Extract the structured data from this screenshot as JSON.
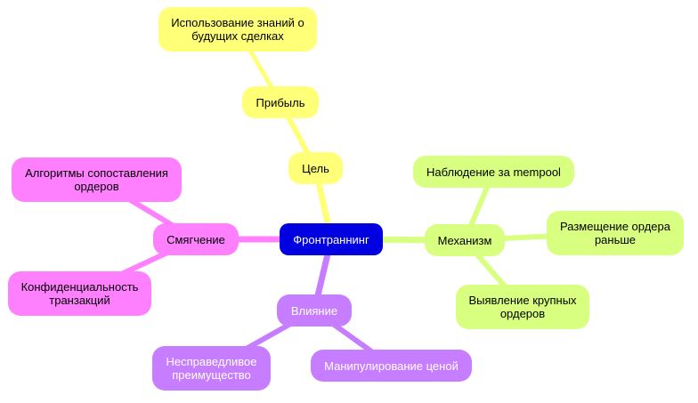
{
  "colors": {
    "root": "#0000e0",
    "goal_branch": "#ffff78",
    "mechanism_branch": "#d9ff80",
    "impact_branch": "#c77dff",
    "mitigation_branch": "#ff80ff",
    "root_text": "#ffffff",
    "light_text": "#ffffff"
  },
  "mindmap": {
    "root": {
      "label": "Фронтраннинг"
    },
    "goal": {
      "label": "Цель",
      "profit": {
        "label": "Прибыль",
        "knowledge": {
          "label": "Использование знаний о будущих сделках"
        }
      }
    },
    "mechanism": {
      "label": "Механизм",
      "observe": {
        "label": "Наблюдение за mempool"
      },
      "place": {
        "label": "Размещение ордера раньше"
      },
      "detect": {
        "label": "Выявление крупных ордеров"
      }
    },
    "impact": {
      "label": "Влияние",
      "unfair": {
        "label": "Несправедливое преимущество"
      },
      "manipulation": {
        "label": "Манипулирование ценой"
      }
    },
    "mitigation": {
      "label": "Смягчение",
      "algorithms": {
        "label": "Алгоритмы сопоставления ордеров"
      },
      "privacy": {
        "label": "Конфиденциальность транзакций"
      }
    }
  }
}
